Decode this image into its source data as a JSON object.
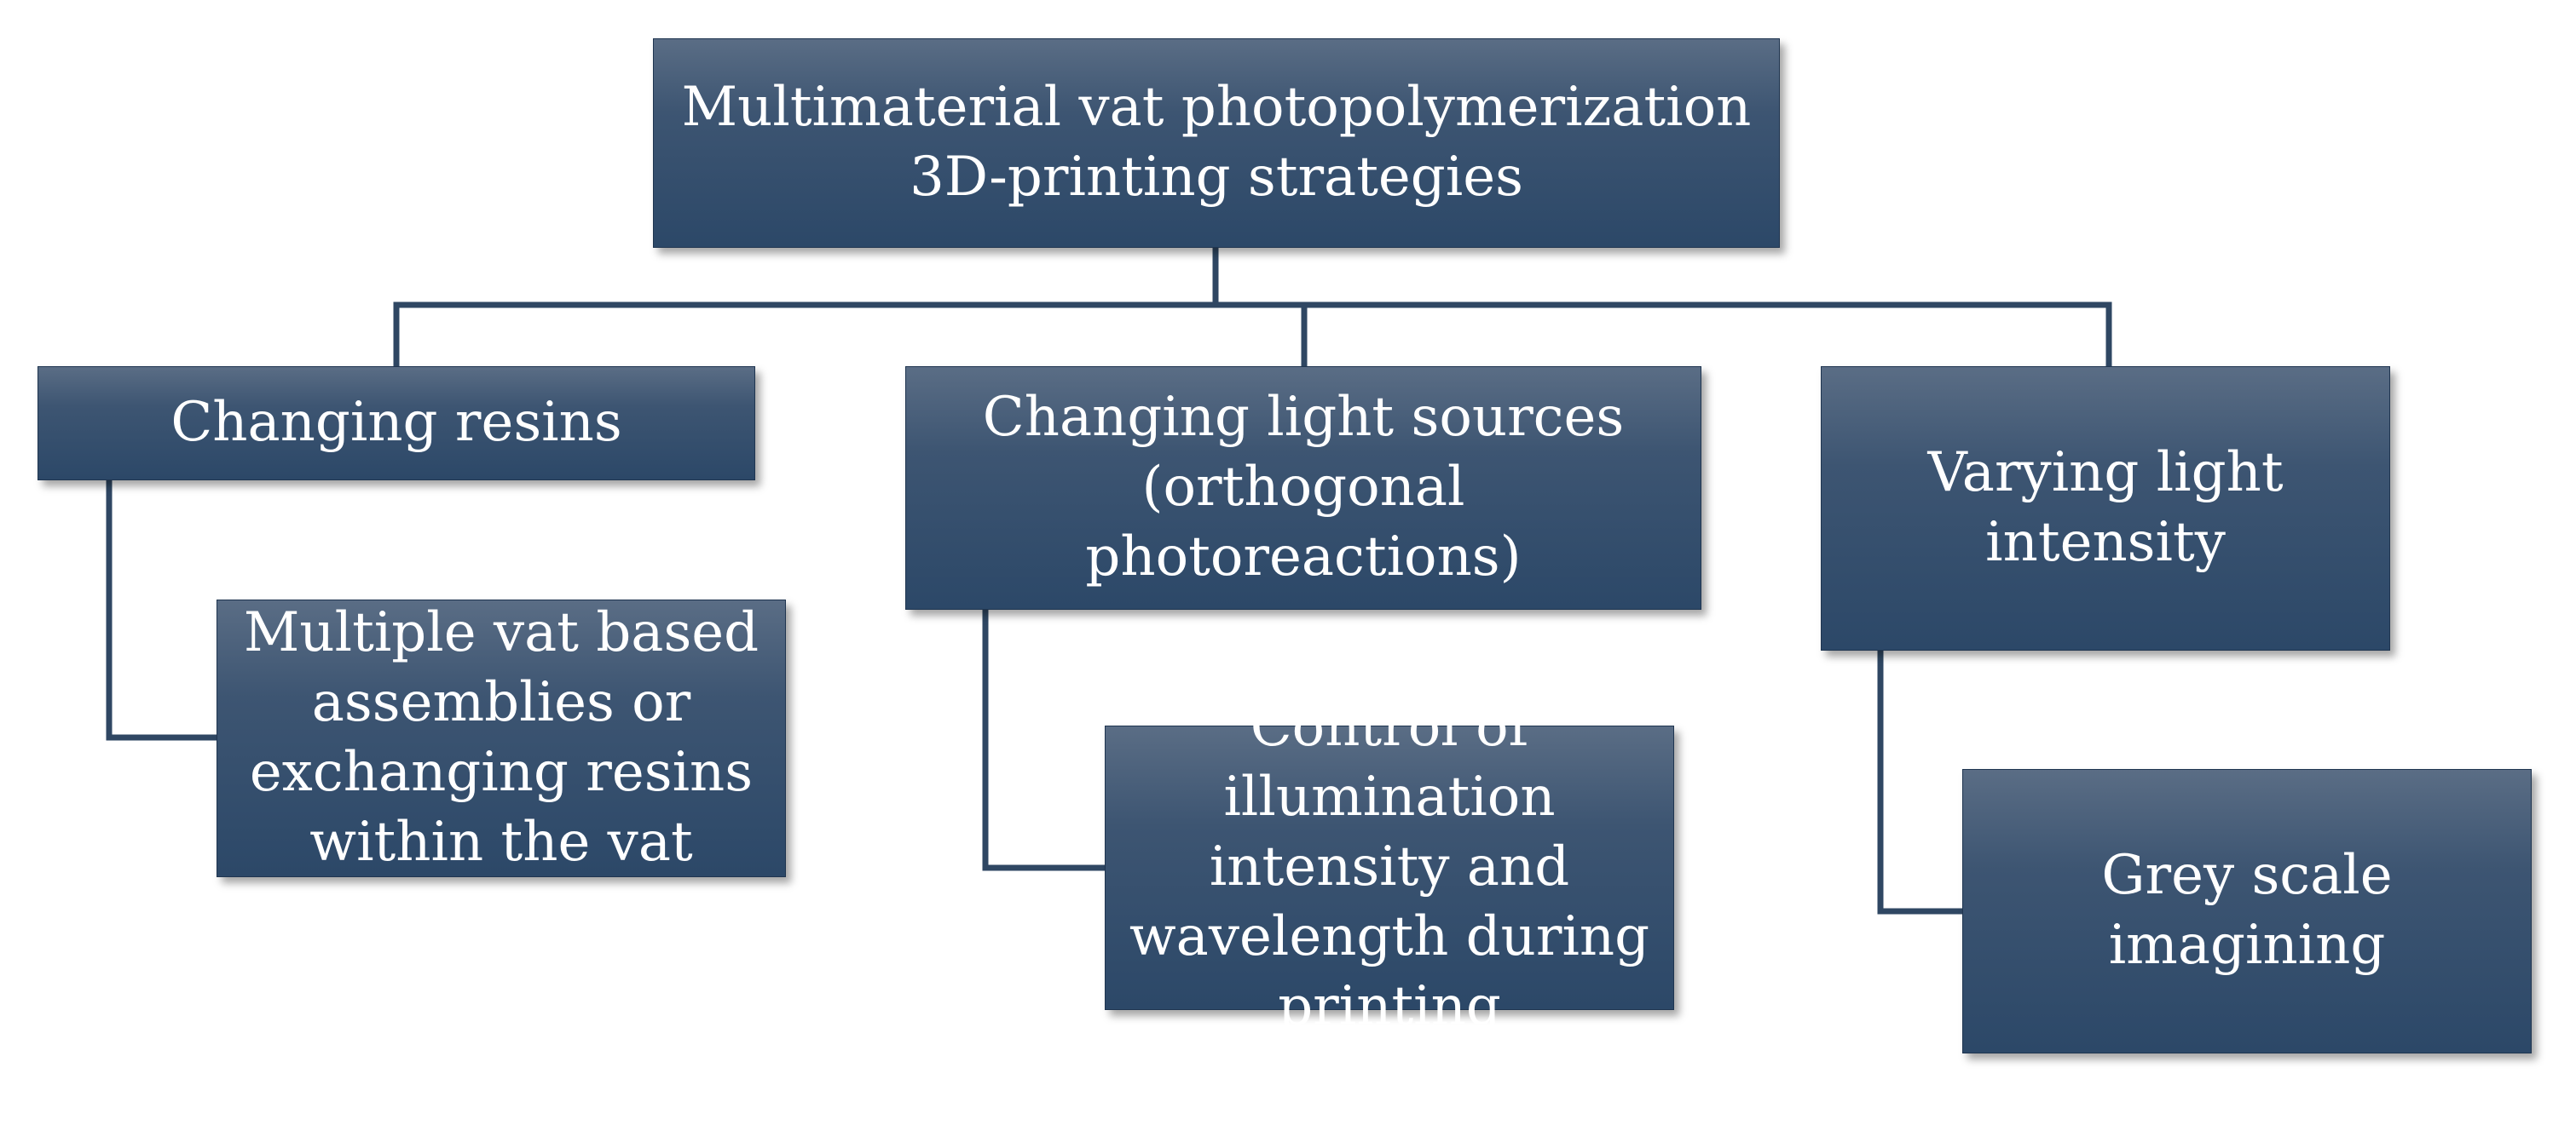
{
  "diagram": {
    "root": {
      "label": "Multimaterial vat photopolymerization 3D-printing strategies"
    },
    "branches": [
      {
        "label": "Changing resins",
        "child": "Multiple vat based assemblies or exchanging resins within the vat"
      },
      {
        "label": "Changing light sources (orthogonal photoreactions)",
        "child": "Control of illumination intensity and wavelength during printing"
      },
      {
        "label": "Varying light intensity",
        "child": "Grey scale imagining"
      }
    ],
    "colors": {
      "box_top": "#5a6d85",
      "box_bottom": "#2c4868",
      "connector": "#2f4763",
      "text": "#ffffff"
    }
  }
}
